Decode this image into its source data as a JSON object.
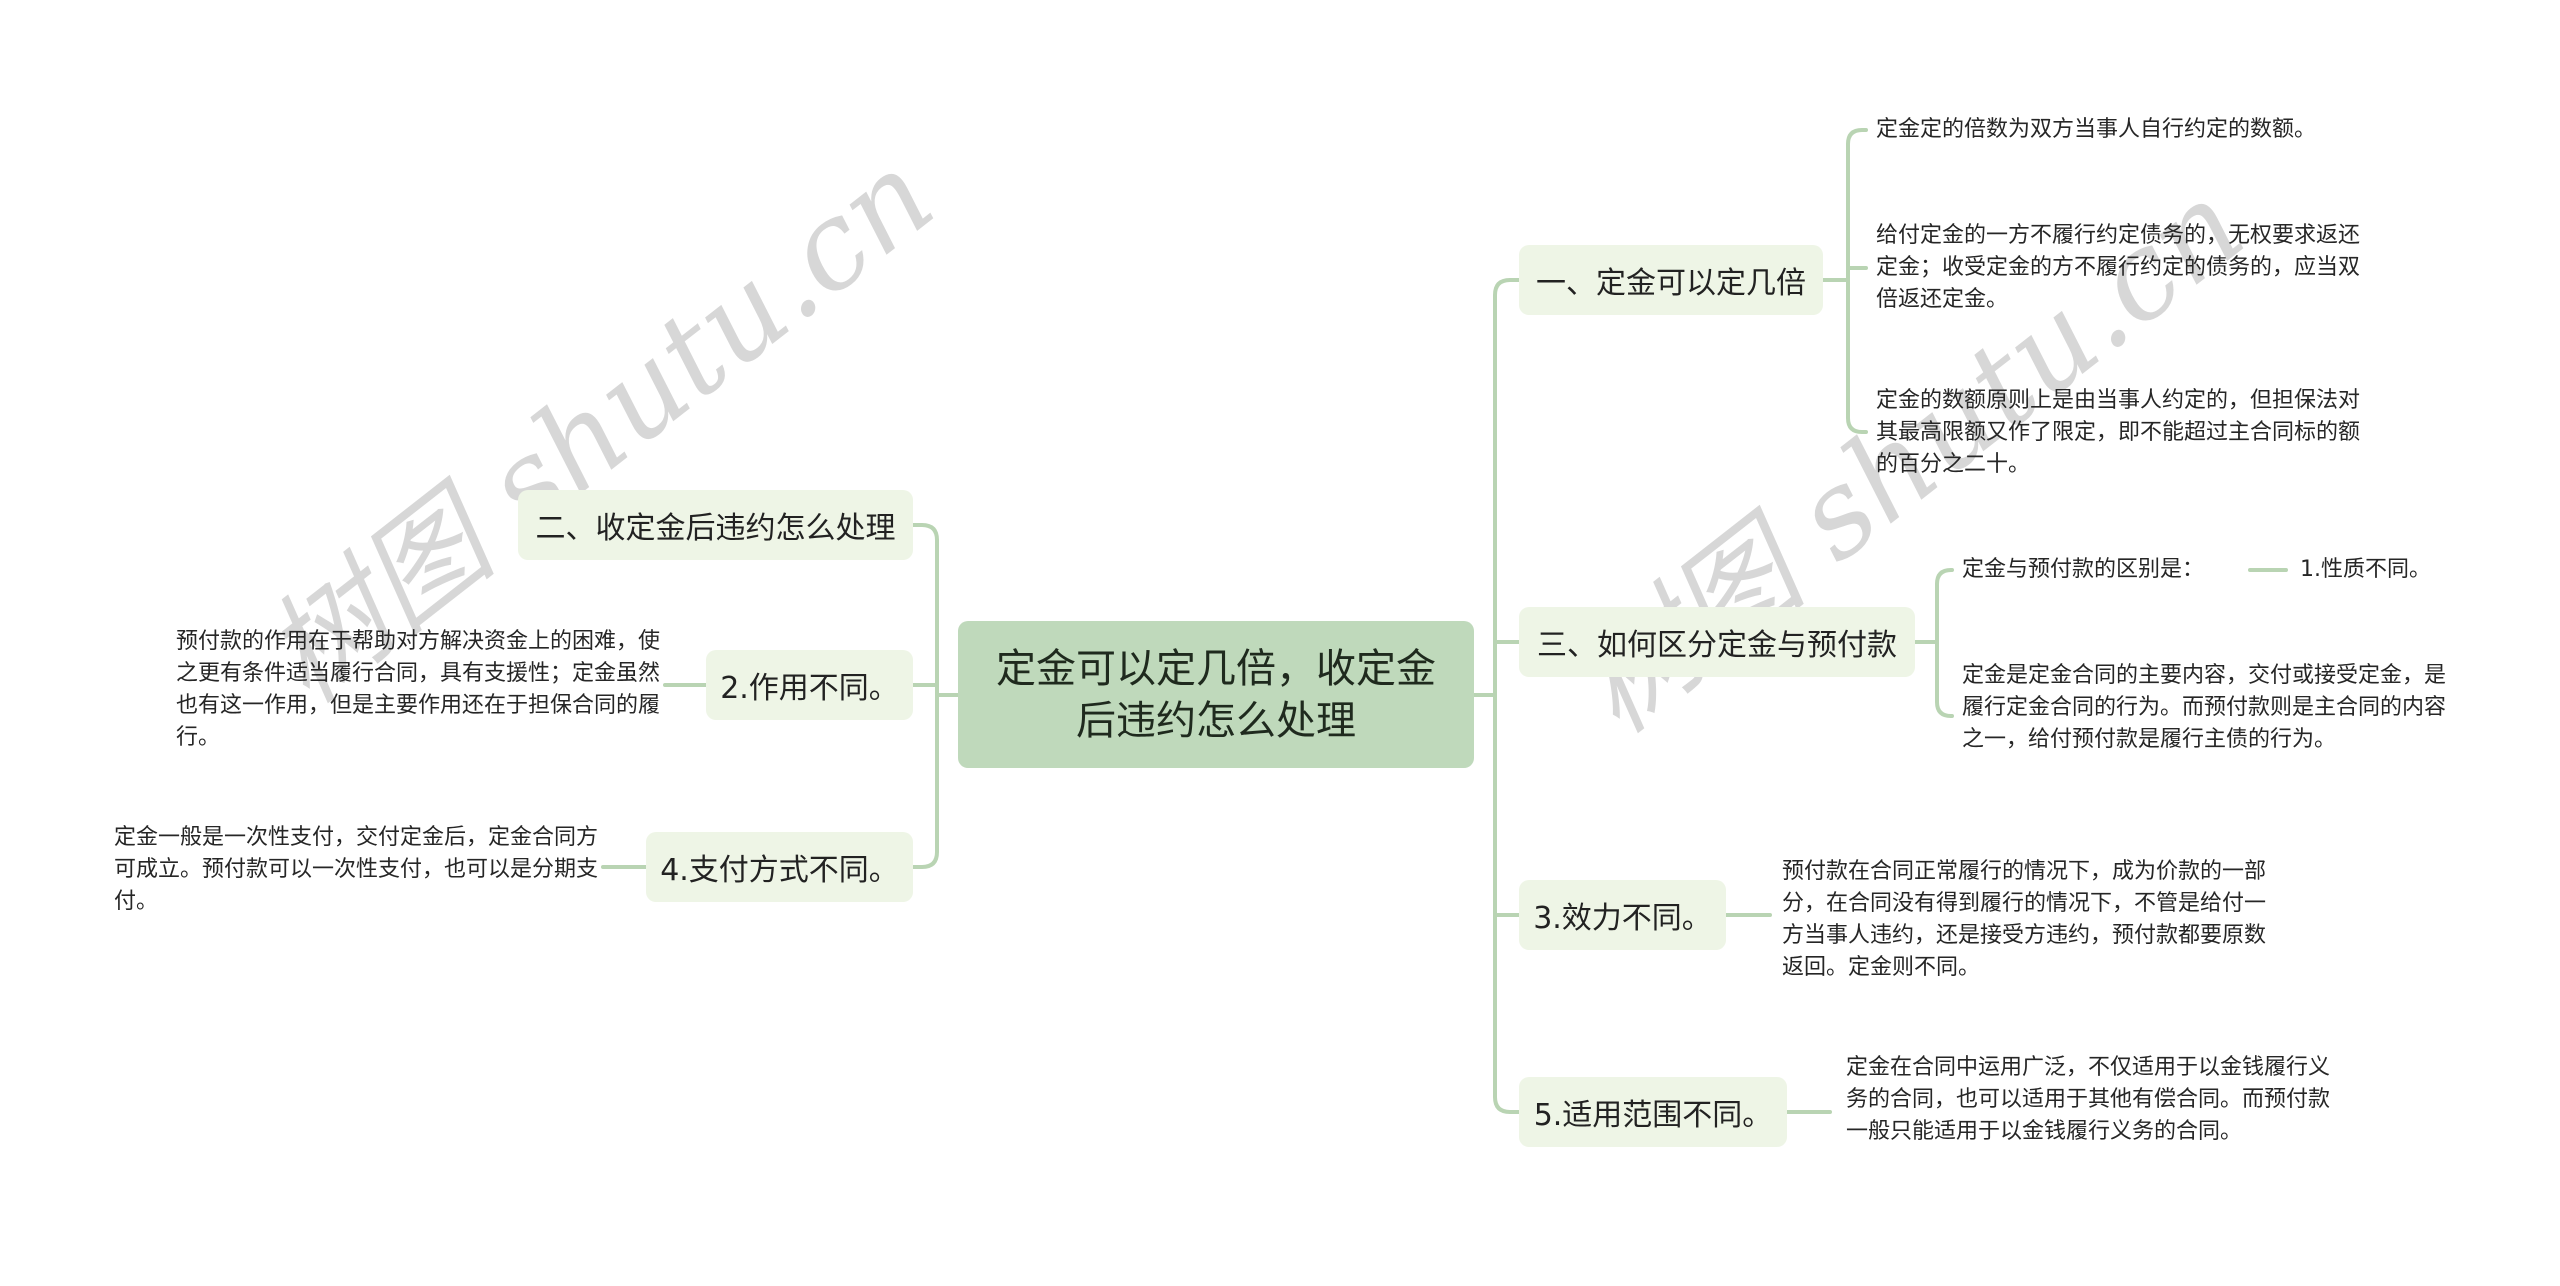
{
  "root": {
    "title": "定金可以定几倍，收定金后违约怎么处理"
  },
  "right_branches": [
    {
      "label": "一、定金可以定几倍",
      "children": [
        "定金定的倍数为双方当事人自行约定的数额。",
        "给付定金的一方不履行约定债务的，无权要求返还定金；收受定金的方不履行约定的债务的，应当双倍返还定金。",
        "定金的数额原则上是由当事人约定的，但担保法对其最高限额又作了限定，即不能超过主合同标的额的百分之二十。"
      ]
    },
    {
      "label": "三、如何区分定金与预付款",
      "children": [
        {
          "text": "定金与预付款的区别是：",
          "child": "1.性质不同。"
        },
        "定金是定金合同的主要内容，交付或接受定金，是履行定金合同的行为。而预付款则是主合同的内容之一，给付预付款是履行主债的行为。"
      ]
    },
    {
      "label": "3.效力不同。",
      "children": [
        "预付款在合同正常履行的情况下，成为价款的一部分，在合同没有得到履行的情况下，不管是给付一方当事人违约，还是接受方违约，预付款都要原数返回。定金则不同。"
      ]
    },
    {
      "label": "5.适用范围不同。",
      "children": [
        "定金在合同中运用广泛，不仅适用于以金钱履行义务的合同，也可以适用于其他有偿合同。而预付款一般只能适用于以金钱履行义务的合同。"
      ]
    }
  ],
  "left_branches": [
    {
      "label": "二、收定金后违约怎么处理",
      "children": []
    },
    {
      "label": "2.作用不同。",
      "children": [
        "预付款的作用在于帮助对方解决资金上的困难，使之更有条件适当履行合同，具有支援性；定金虽然也有这一作用，但是主要作用还在于担保合同的履行。"
      ]
    },
    {
      "label": "4.支付方式不同。",
      "children": [
        "定金一般是一次性支付，交付定金后，定金合同方可成立。预付款可以一次性支付，也可以是分期支付。"
      ]
    }
  ],
  "watermarks": [
    "树图 shutu.cn",
    "树图 shutu.cn"
  ],
  "colors": {
    "root_fill": "#bfd9bb",
    "branch_fill": "#eef5e6",
    "connector": "#b9d4b3",
    "text": "#262626"
  }
}
